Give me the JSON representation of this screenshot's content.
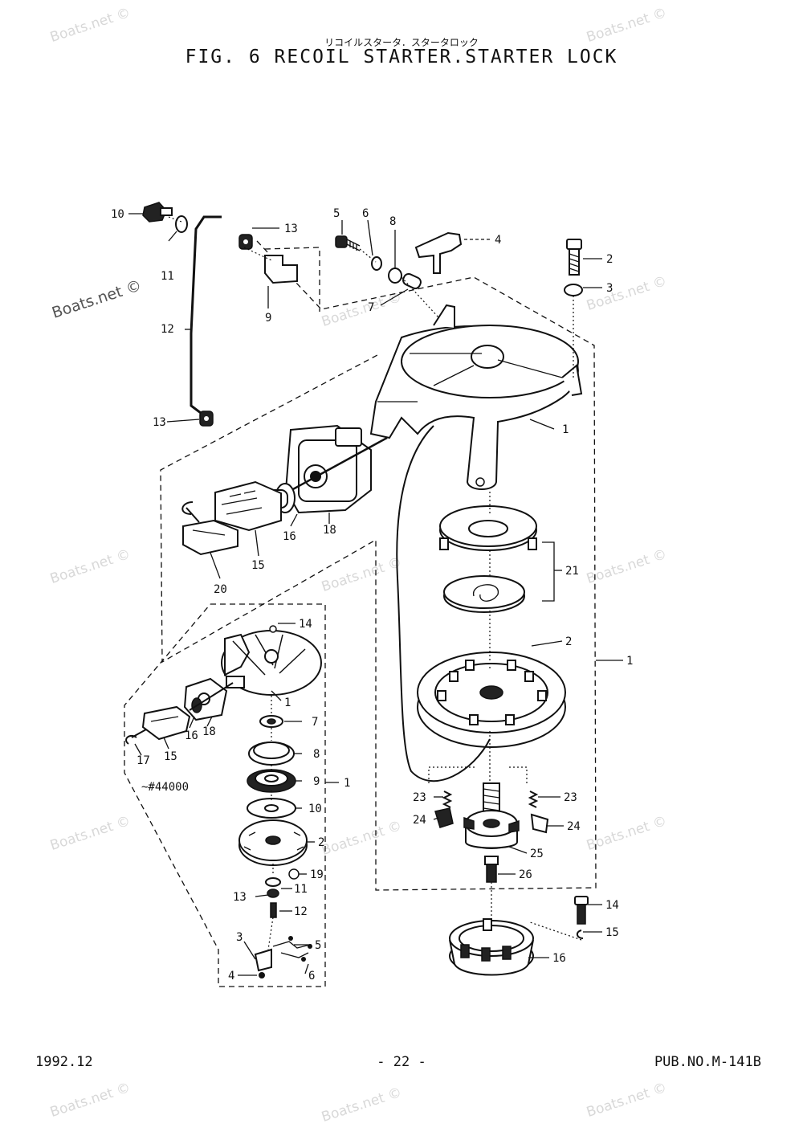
{
  "header": {
    "subtitle_jp": "リコイルスタータ．スタータロック",
    "title": "FIG. 6   RECOIL STARTER.STARTER LOCK"
  },
  "footer": {
    "date": "1992.12",
    "page": "- 22 -",
    "pub_no": "PUB.NO.M-141B"
  },
  "watermark": "Boats.net ©",
  "serial_note": "~#44000",
  "callouts": {
    "c1": "10",
    "c2": "11",
    "c3": "12",
    "c4": "13",
    "c5": "9",
    "c6": "13",
    "c7": "5",
    "c8": "6",
    "c9": "8",
    "c10": "7",
    "c11": "4",
    "c12": "2",
    "c13": "3",
    "c14": "1",
    "c15": "16",
    "c16": "18",
    "c17": "15",
    "c18": "20",
    "c19": "21",
    "c20": "2",
    "c21": "1",
    "c22": "23",
    "c23": "24",
    "c24": "23",
    "c25": "24",
    "c26": "25",
    "c27": "26",
    "c28": "14",
    "c29": "15",
    "c30": "16",
    "c31": "14",
    "c32": "1",
    "c33": "16",
    "c34": "18",
    "c35": "15",
    "c36": "17",
    "c37": "7",
    "c38": "8",
    "c39": "9",
    "c40": "10",
    "c41": "1",
    "c42": "2",
    "c43": "19",
    "c44": "11",
    "c45": "13",
    "c46": "12",
    "c47": "3",
    "c48": "5",
    "c49": "4",
    "c50": "6"
  }
}
